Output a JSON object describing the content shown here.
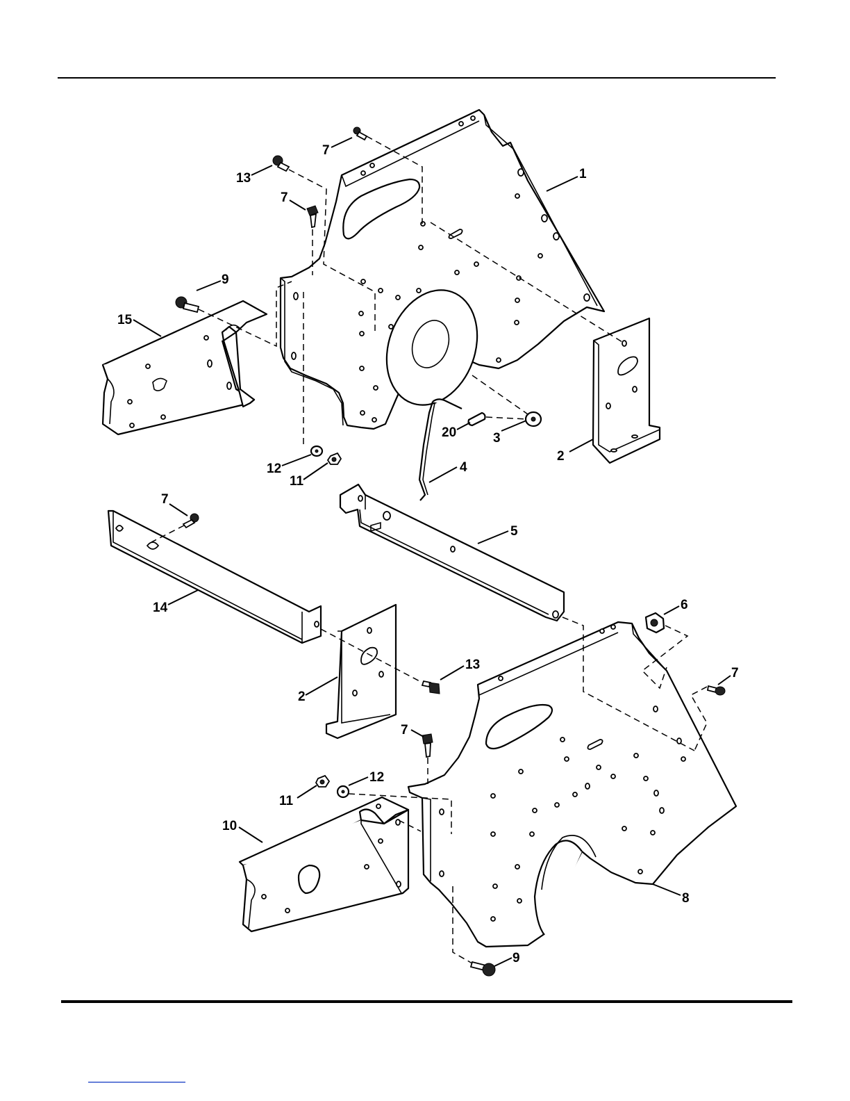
{
  "callouts": {
    "c1": "1",
    "c2a": "2",
    "c2b": "2",
    "c3": "3",
    "c4": "4",
    "c5": "5",
    "c6": "6",
    "c7a": "7",
    "c7b": "7",
    "c7c": "7",
    "c7d": "7",
    "c7e": "7",
    "c8": "8",
    "c9a": "9",
    "c9b": "9",
    "c10": "10",
    "c11a": "11",
    "c11b": "11",
    "c12a": "12",
    "c12b": "12",
    "c13a": "13",
    "c13b": "13",
    "c14": "14",
    "c15": "15",
    "c20": "20"
  },
  "colors": {
    "line": "#000000",
    "footer_link": "#3355cc"
  }
}
